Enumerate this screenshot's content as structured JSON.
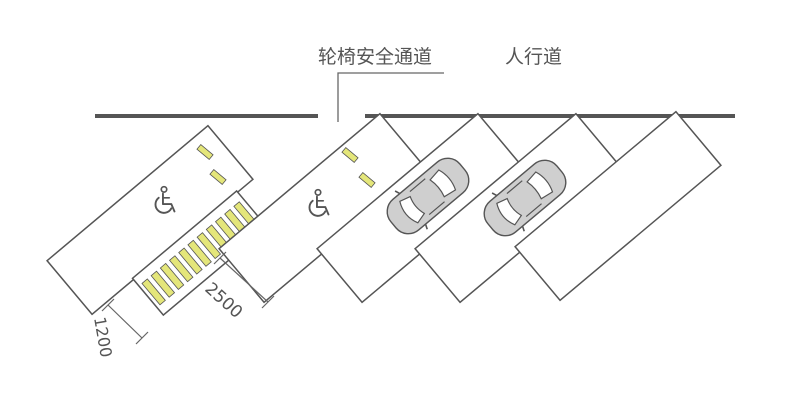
{
  "labels": {
    "wheelchair_passage": "轮椅安全通道",
    "sidewalk": "人行道"
  },
  "dimensions": {
    "stall_width": "2500",
    "passage_width": "1200"
  },
  "icons": [
    "wheelchair-icon",
    "car-icon",
    "dash-marking"
  ],
  "colors": {
    "line": "#555555",
    "stripe": "#e4e67a",
    "stripe_outline": "#555555",
    "car_body": "#cfcfcf",
    "curb": "#555555"
  }
}
